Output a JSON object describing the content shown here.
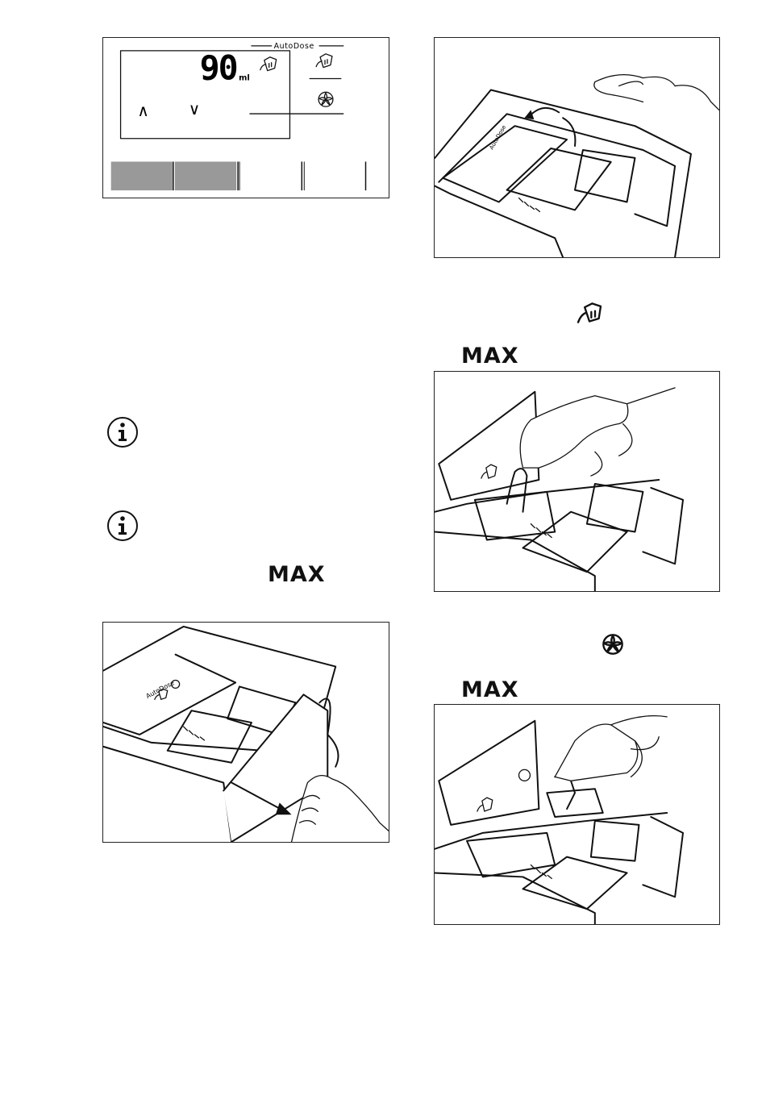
{
  "display_panel": {
    "autodose_label": "AutoDose",
    "dose_value": "90",
    "dose_unit": "ml",
    "arrow_up": "∧",
    "arrow_down": "∨",
    "level_bar": {
      "segments": 5,
      "filled": 2,
      "fill_color": "#999999"
    },
    "icons": [
      "detergent-icon",
      "softener-icon"
    ]
  },
  "dispenser_figures": {
    "open_drawer": {
      "lid_labels": [
        "AutoDose"
      ]
    },
    "lift_lid": {
      "lid_labels": [
        "AutoDose"
      ]
    }
  },
  "page_labels": {
    "max_1": "MAX",
    "max_2": "MAX",
    "max_3": "MAX"
  },
  "icons": {
    "info_1": "info-icon",
    "info_2": "info-icon",
    "inline_detergent": "detergent-icon",
    "inline_softener": "softener-icon"
  },
  "colors": {
    "ink": "#111111",
    "bar_fill": "#999999"
  }
}
